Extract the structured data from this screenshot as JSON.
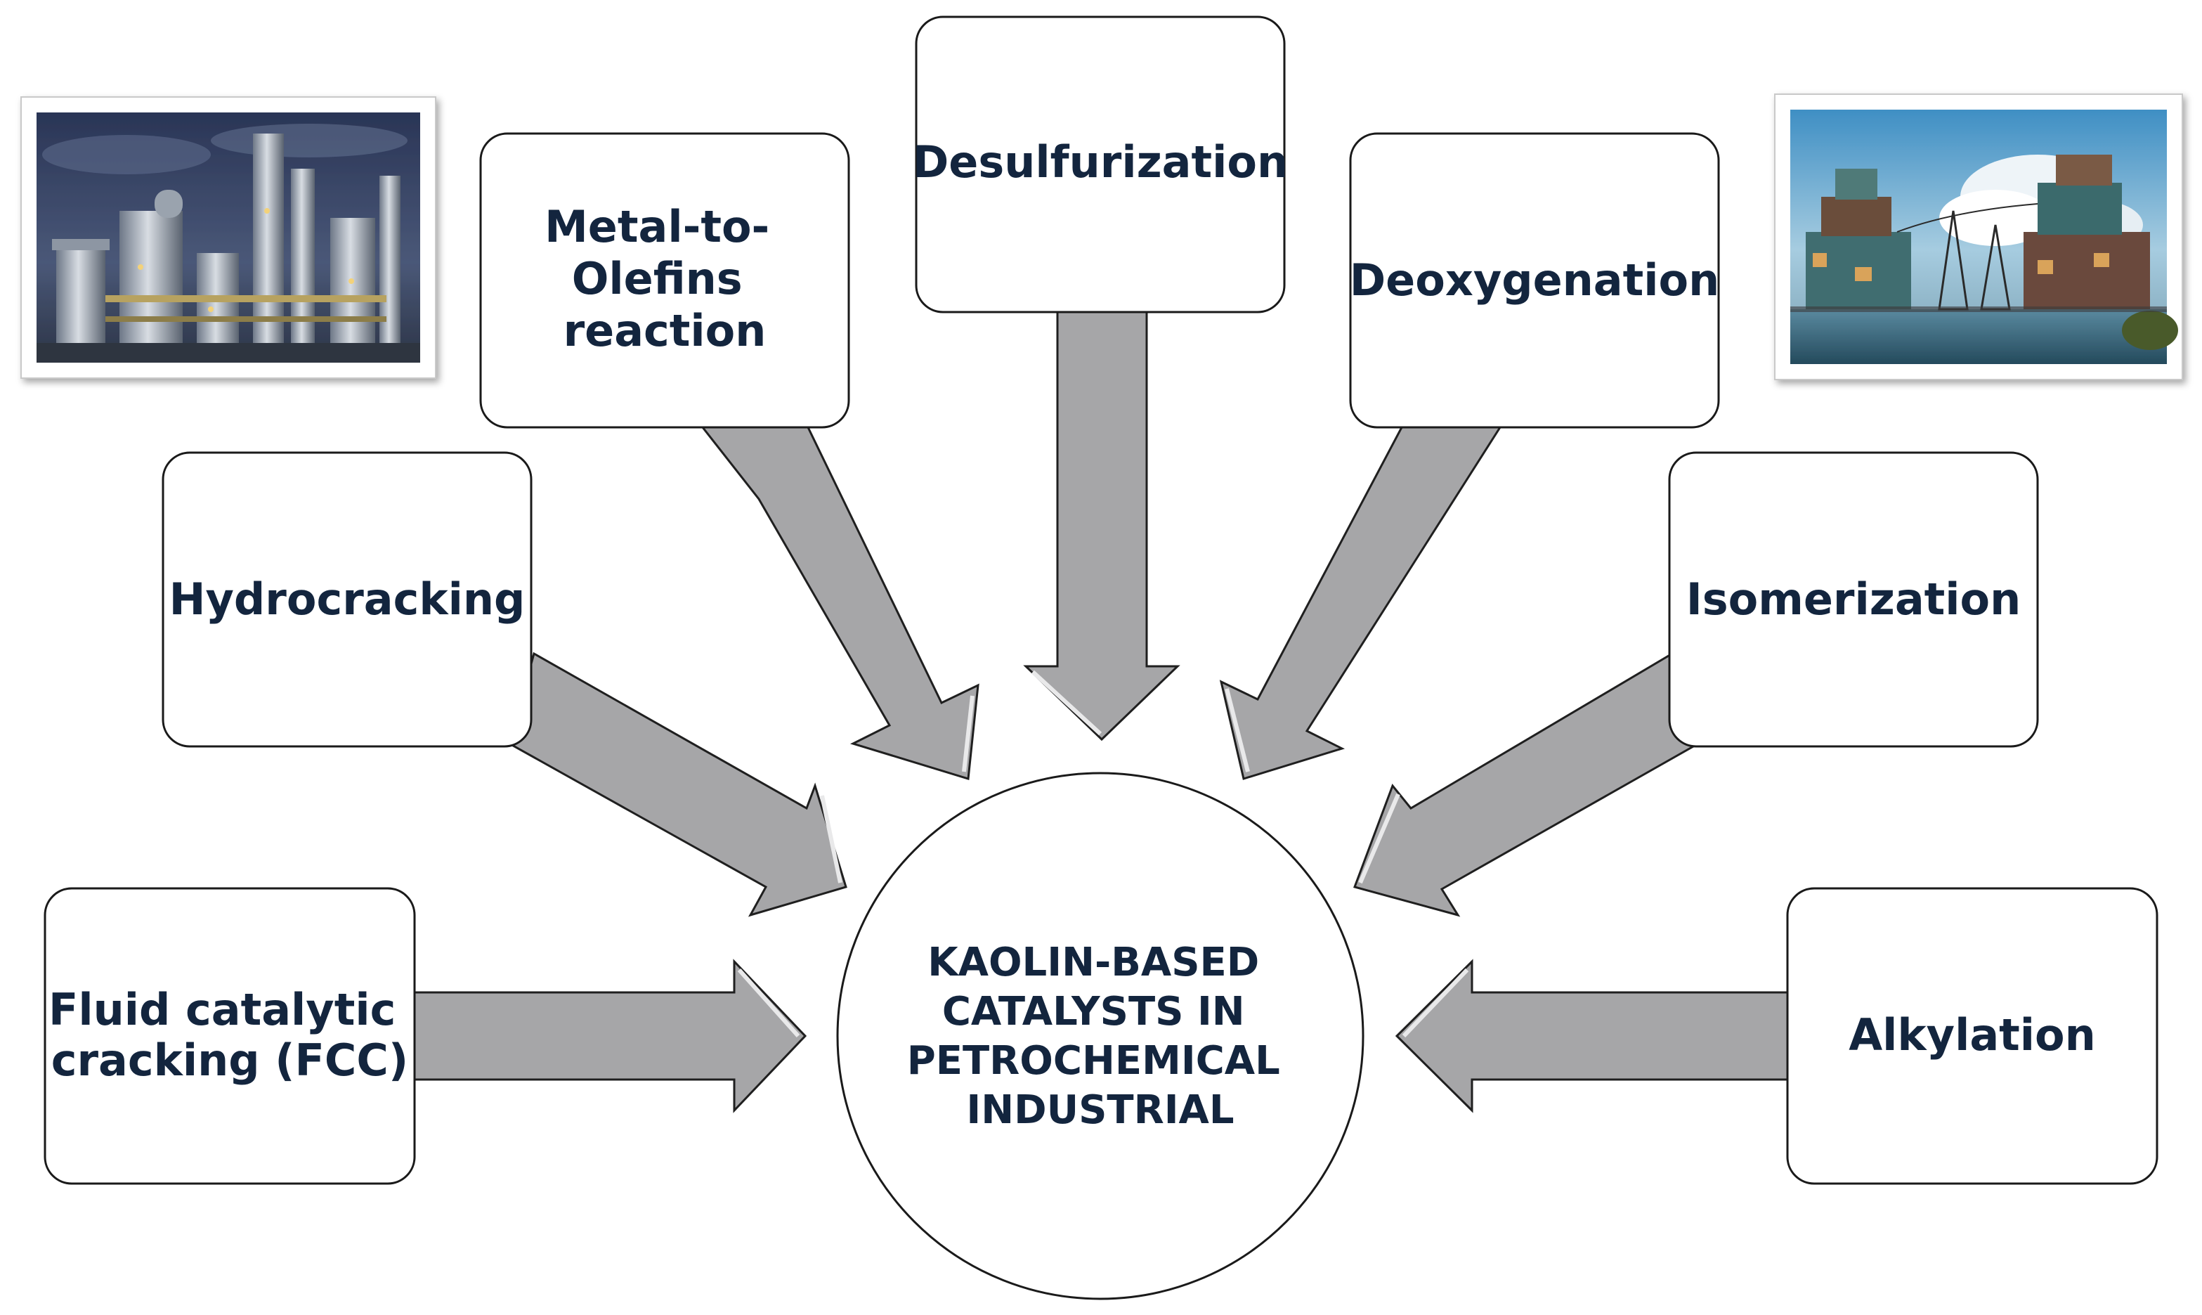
{
  "center": {
    "lines": [
      "KAOLIN-BASED",
      "CATALYSTS IN",
      "PETROCHEMICAL",
      "INDUSTRIAL"
    ]
  },
  "processes": [
    {
      "id": "fcc",
      "lines": [
        "Fluid catalytic",
        "cracking (FCC)"
      ]
    },
    {
      "id": "hydrocracking",
      "lines": [
        "Hydrocracking"
      ]
    },
    {
      "id": "metal-to-olefins",
      "lines": [
        "Metal-to-",
        "Olefins",
        "reaction"
      ]
    },
    {
      "id": "desulfurization",
      "lines": [
        "Desulfurization"
      ]
    },
    {
      "id": "deoxygenation",
      "lines": [
        "Deoxygenation"
      ]
    },
    {
      "id": "isomerization",
      "lines": [
        "Isomerization"
      ]
    },
    {
      "id": "alkylation",
      "lines": [
        "Alkylation"
      ]
    }
  ],
  "images": [
    {
      "id": "refinery-photo",
      "icon": "refinery-image"
    },
    {
      "id": "industrial-town-photo",
      "icon": "floating-town-image"
    }
  ],
  "colors": {
    "text": "#13253e",
    "arrow_fill": "#a6a6a8",
    "box_border": "#1a1a1a"
  }
}
